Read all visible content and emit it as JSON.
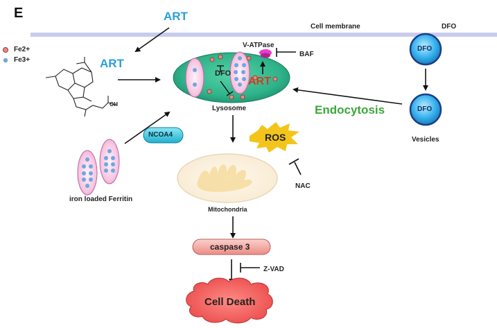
{
  "figure": {
    "panel_label": "E",
    "colors": {
      "art_text": "#2a9fd8",
      "art_inside_text": "#d63a1e",
      "endocytosis_text": "#3aa838",
      "membrane": "#c9cbee",
      "lysosome_fill": "#2fb38a",
      "dfo_vesicle": "#39b4ee",
      "fe2_dot": "#e58b83",
      "fe3_dot": "#6fa7e0",
      "ros_star": "#f3c51b",
      "caspase_fill": "#f3a6a1",
      "cell_death_fill": "#f05a5a",
      "ncoa4_fill": "#2fc0d9"
    }
  },
  "legend": {
    "items": [
      {
        "label": "Fe2+",
        "icon": "fe2-ring-dot"
      },
      {
        "label": "Fe3+",
        "icon": "fe3-solid-dot"
      }
    ]
  },
  "labels": {
    "art_outside": "ART",
    "art_compound": "ART",
    "cell_membrane": "Cell membrane",
    "dfo_outside": "DFO",
    "v_atpase": "V-ATPase",
    "baf": "BAF",
    "dfo_inside": "DFO",
    "art_inside": "ART",
    "lysosome": "Lysosome",
    "endocytosis": "Endocytosis",
    "dfo_vesicle_top": "DFO",
    "dfo_vesicle_bottom": "DFO",
    "vesicles": "Vesicles",
    "ncoa4": "NCOA4",
    "iron_loaded_ferritin": "iron loaded Ferritin",
    "ros": "ROS",
    "mitochondria": "Mitochondria",
    "nac": "NAC",
    "caspase3": "caspase 3",
    "z_vad": "Z-VAD",
    "cell_death": "Cell Death"
  },
  "structure": {
    "oh_group": "OH",
    "o_atom": "O",
    "h_atom": "H"
  }
}
